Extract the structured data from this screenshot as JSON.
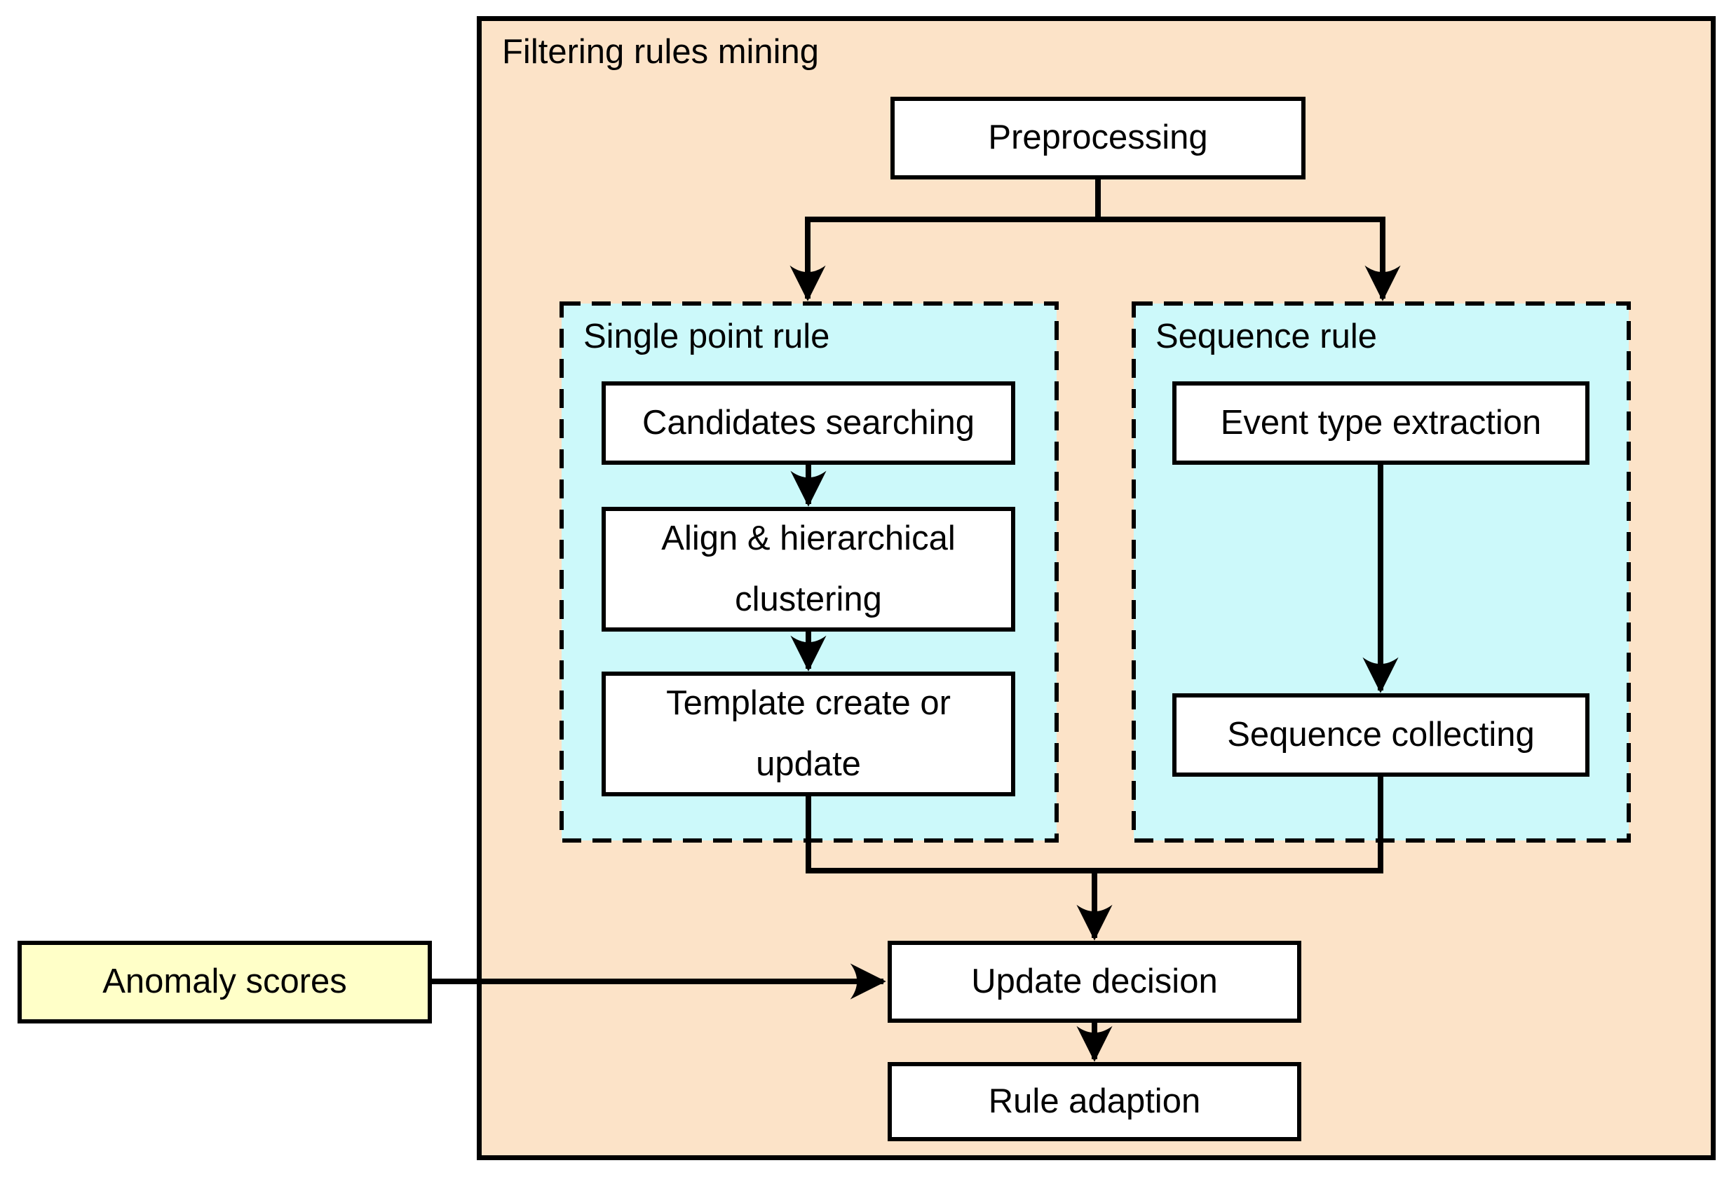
{
  "diagram": {
    "title": "Filtering rules mining",
    "groups": {
      "single_point_rule": {
        "label": "Single point rule"
      },
      "sequence_rule": {
        "label": "Sequence rule"
      }
    },
    "nodes": {
      "preprocessing": {
        "label": "Preprocessing"
      },
      "candidates_searching": {
        "label": "Candidates searching"
      },
      "align_hierarchical_clustering": {
        "label": "Align & hierarchical\nclustering"
      },
      "template_create_or_update": {
        "label": "Template create or\nupdate"
      },
      "event_type_extraction": {
        "label": "Event type extraction"
      },
      "sequence_collecting": {
        "label": "Sequence collecting"
      },
      "update_decision": {
        "label": "Update decision"
      },
      "rule_adaption": {
        "label": "Rule adaption"
      },
      "anomaly_scores": {
        "label": "Anomaly scores"
      }
    },
    "edges": [
      {
        "from": "preprocessing",
        "to": "single_point_rule"
      },
      {
        "from": "preprocessing",
        "to": "sequence_rule"
      },
      {
        "from": "candidates_searching",
        "to": "align_hierarchical_clustering"
      },
      {
        "from": "align_hierarchical_clustering",
        "to": "template_create_or_update"
      },
      {
        "from": "event_type_extraction",
        "to": "sequence_collecting"
      },
      {
        "from": "template_create_or_update",
        "to": "update_decision"
      },
      {
        "from": "sequence_collecting",
        "to": "update_decision"
      },
      {
        "from": "update_decision",
        "to": "rule_adaption"
      },
      {
        "from": "anomaly_scores",
        "to": "update_decision"
      }
    ],
    "colors": {
      "container_fill": "#fce3c8",
      "group_fill": "#ccf9fa",
      "anomaly_fill": "#ffffc8",
      "node_fill": "#ffffff",
      "line_color": "#000000"
    }
  }
}
